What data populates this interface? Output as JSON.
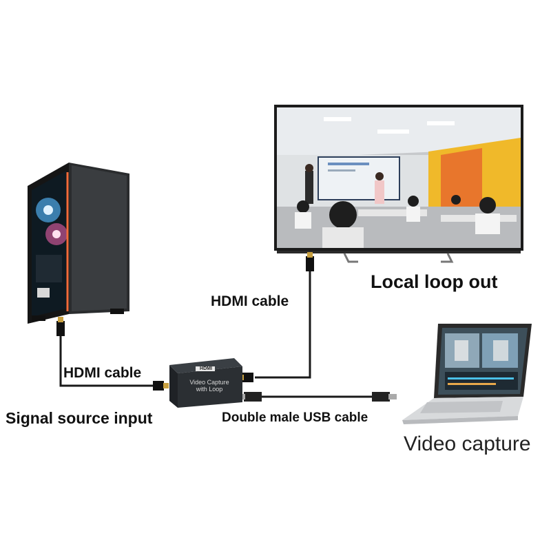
{
  "labels": {
    "hdmi_cable_top": "HDMI cable",
    "hdmi_cable_left": "HDMI cable",
    "local_loop_out": "Local loop out",
    "signal_source_input": "Signal source input",
    "double_male_usb_cable": "Double male USB cable",
    "video_capture": "Video capture"
  },
  "device": {
    "logo": "HDMI",
    "line1": "Video  Capture",
    "line2": "with Loop"
  },
  "icons": [
    "pc-tower-icon",
    "tv-monitor-icon",
    "laptop-icon",
    "capture-box-icon",
    "hdmi-connector-icon",
    "usb-connector-icon"
  ],
  "colors": {
    "background": "#ffffff",
    "cable": "#1a1a1a",
    "device": "#2b2f33",
    "text": "#111111"
  }
}
